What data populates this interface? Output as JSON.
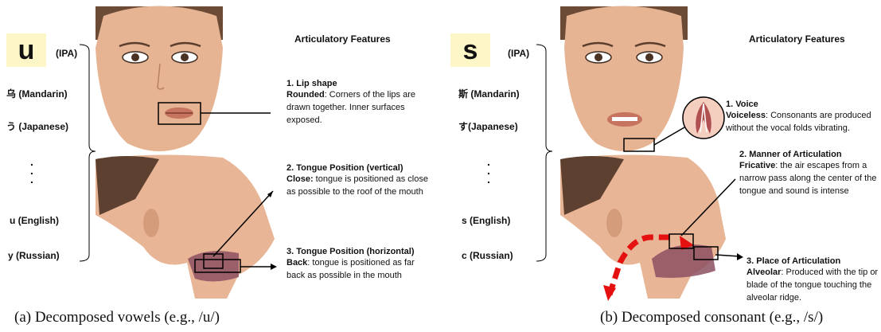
{
  "panel_a": {
    "phoneme": "u",
    "ipa_label": "(IPA)",
    "languages": [
      {
        "text": "乌 (Mandarin)"
      },
      {
        "text": "う (Japanese)"
      },
      {
        "text": "u  (English)"
      },
      {
        "text": "у (Russian)"
      }
    ],
    "features_title": "Articulatory Features",
    "features": [
      {
        "heading": "1. Lip shape",
        "term": "Rounded",
        "text": ": Corners of the lips are drawn together. Inner surfaces exposed."
      },
      {
        "heading": "2. Tongue Position (vertical)",
        "term": "Close:",
        "text": " tongue is positioned as close as possible to the roof of the mouth"
      },
      {
        "heading": "3. Tongue Position (horizontal)",
        "term": "Back",
        "text": ": tongue is positioned as far back as possible in the mouth"
      }
    ],
    "caption": "(a)  Decomposed vowels (e.g., /u/)"
  },
  "panel_b": {
    "phoneme": "s",
    "ipa_label": "(IPA)",
    "languages": [
      {
        "text": "斯 (Mandarin)"
      },
      {
        "text": "す(Japanese)"
      },
      {
        "text": "s  (English)"
      },
      {
        "text": "c  (Russian)"
      }
    ],
    "features_title": "Articulatory Features",
    "features": [
      {
        "heading": "1. Voice",
        "term": "Voiceless",
        "text": ": Consonants are produced without the vocal folds vibrating."
      },
      {
        "heading": "2. Manner of Articulation",
        "term": "Fricative",
        "text": ": the air escapes from a narrow pass along the center of the tongue and sound is intense"
      },
      {
        "heading": "3. Place of Articulation",
        "term": "Alveolar",
        "text": ": Produced with the tip or blade of the tongue touching the alveolar ridge."
      }
    ],
    "caption": "(b) Decomposed consonant (e.g., /s/)"
  },
  "colors": {
    "skin": "#e9b99a",
    "skin_dark": "#c98c6c",
    "hair": "#3a2b22",
    "arrow_red": "#e51010",
    "phoneme_bg": "#fdf7c8"
  }
}
